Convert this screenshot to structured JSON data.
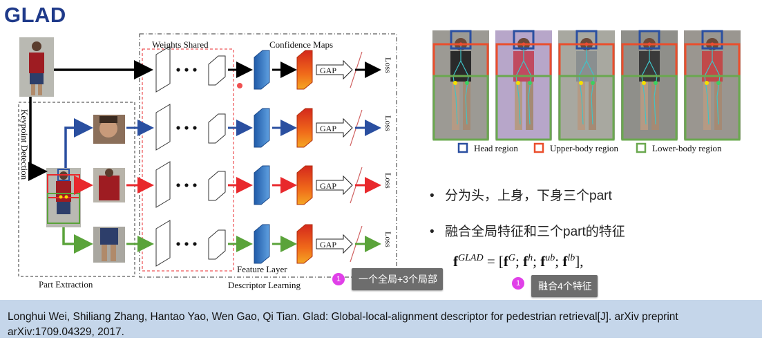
{
  "slide": {
    "title": "GLAD",
    "bullets": [
      "分为头，上身，下身三个part",
      "融合全局特征和三个part的特征"
    ],
    "formula": {
      "lhs_base": "f",
      "lhs_sup": "GLAD",
      "equals": " = [",
      "terms": [
        {
          "base": "f",
          "sup": "G",
          "sep": "; "
        },
        {
          "base": "f",
          "sup": "h",
          "sep": "; "
        },
        {
          "base": "f",
          "sup": "ub",
          "sep": "; "
        },
        {
          "base": "f",
          "sup": "lb",
          "sep": "],"
        }
      ]
    },
    "comments": [
      {
        "badge": "1",
        "text": "一个全局+3个局部"
      },
      {
        "badge": "1",
        "text": "融合4个特征"
      }
    ],
    "citation": "Longhui Wei, Shiliang Zhang, Hantao Yao, Wen Gao, Qi Tian. Glad: Global-local-alignment descriptor for pedestrian retrieval[J]. arXiv preprint arXiv:1709.04329, 2017."
  },
  "diagram": {
    "labels": {
      "weights_shared": "Weights Shared",
      "confidence_maps": "Confidence Maps",
      "keypoint_detection": "Keypoint Detection",
      "part_extraction": "Part Extraction",
      "descriptor_learning": "Descriptor Learning",
      "feature_layer": "Feature Layer",
      "gap": "GAP",
      "loss": "Loss"
    },
    "colors": {
      "global": "#000000",
      "head": "#2a4fa0",
      "upper": "#e8282c",
      "lower": "#5aa33a"
    }
  },
  "regions_figure": {
    "legend": [
      {
        "label": "Head region",
        "color": "#2a4fa0"
      },
      {
        "label": "Upper-body region",
        "color": "#ea4e2c"
      },
      {
        "label": "Lower-body region",
        "color": "#6aa84f"
      }
    ]
  }
}
